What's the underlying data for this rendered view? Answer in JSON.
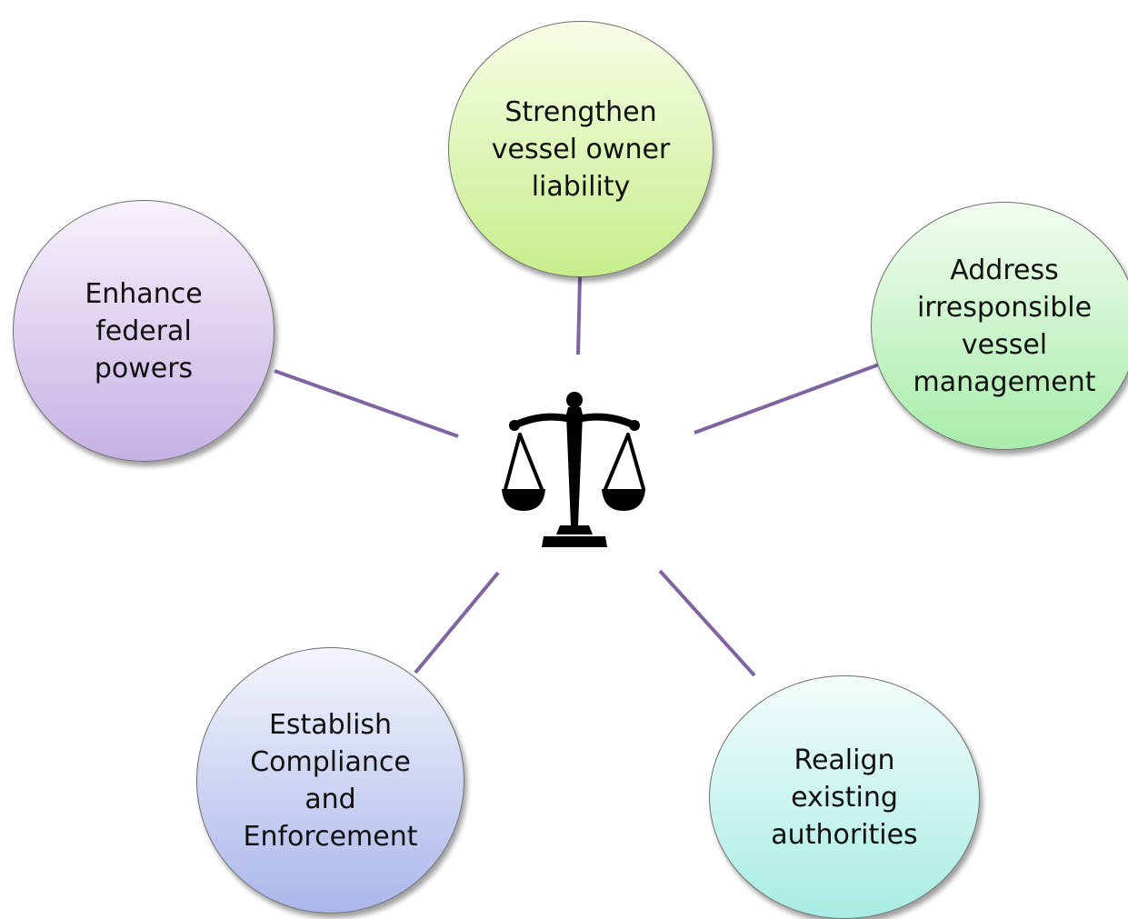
{
  "diagram": {
    "center": {
      "icon": "scales-of-justice-icon"
    },
    "nodes": {
      "top": {
        "label": "Strengthen vessel owner liability",
        "lines": [
          "Strengthen",
          "vessel owner",
          "liability"
        ],
        "gradient": [
          "#f8fde6",
          "#c6ee8c"
        ]
      },
      "right": {
        "label": "Address irresponsible vessel management",
        "lines": [
          "Address",
          "irresponsible",
          "vessel",
          "management"
        ],
        "gradient": [
          "#f2fdf0",
          "#a8ecaa"
        ]
      },
      "bottom_right": {
        "label": "Realign existing authorities",
        "lines": [
          "Realign",
          "existing",
          "authorities"
        ],
        "gradient": [
          "#f3fdfb",
          "#a8ece3"
        ]
      },
      "bottom_left": {
        "label": "Establish Compliance and Enforcement",
        "lines": [
          "Establish",
          "Compliance",
          "and",
          "Enforcement"
        ],
        "gradient": [
          "#f4f5fc",
          "#aab6ea"
        ]
      },
      "left": {
        "label": "Enhance federal powers",
        "lines": [
          "Enhance",
          "federal",
          "powers"
        ],
        "gradient": [
          "#f7f2fb",
          "#c6b1e4"
        ]
      }
    },
    "connector_color": "#8064a2"
  }
}
